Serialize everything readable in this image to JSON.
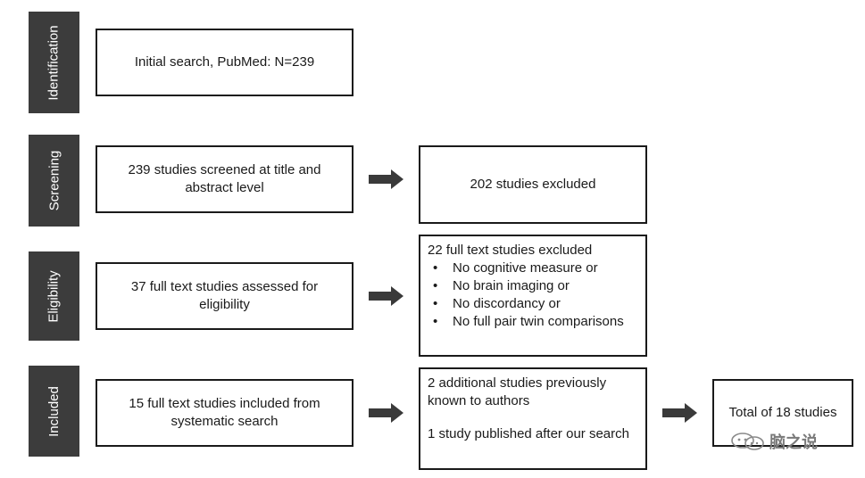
{
  "stages": {
    "identification": "Identification",
    "screening": "Screening",
    "eligibility": "Eligibility",
    "included": "Included"
  },
  "boxes": {
    "initial_search": "Initial search, PubMed: N=239",
    "screened": "239 studies screened at title and abstract level",
    "excluded_screening": "202 studies excluded",
    "assessed": "37 full text studies assessed for eligibility",
    "excluded_fulltext": {
      "heading": "22 full text studies excluded",
      "reasons": [
        "No cognitive measure or",
        "No brain imaging or",
        "No discordancy or",
        "No full pair twin comparisons"
      ]
    },
    "included_search": "15 full text studies included from systematic search",
    "additional": {
      "line1": "2 additional studies previously known to authors",
      "line2": "1 study published after our search"
    },
    "total": "Total of 18 studies"
  },
  "watermark": {
    "text": "脑之说"
  }
}
